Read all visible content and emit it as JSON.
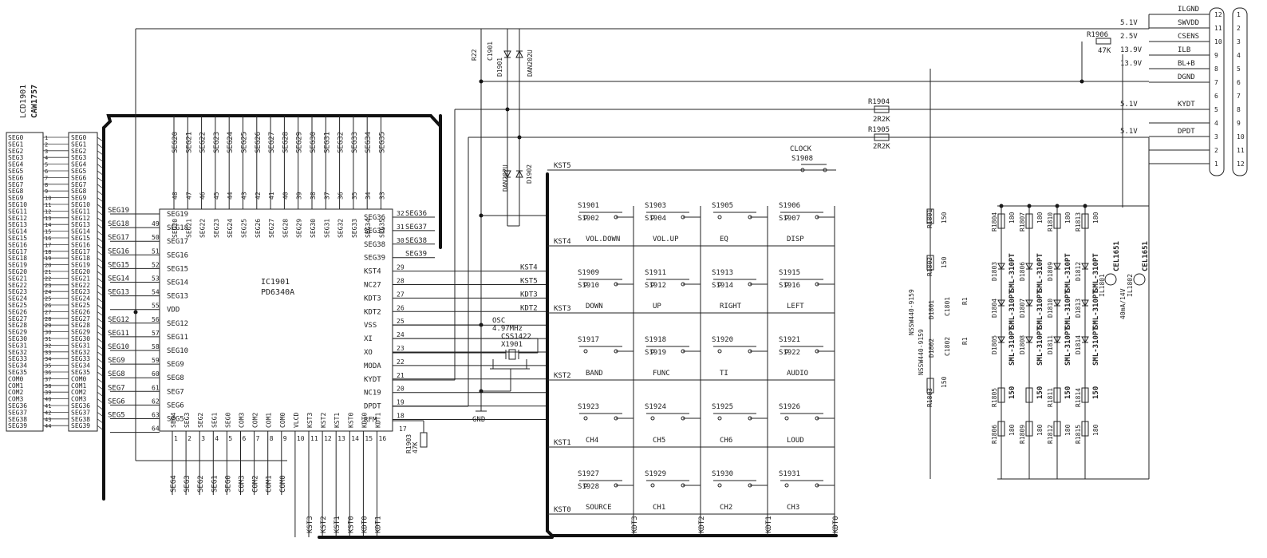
{
  "lcd": {
    "ref": "LCD1901",
    "part": "CAW1757",
    "pins": [
      "SEG0",
      "SEG1",
      "SEG2",
      "SEG3",
      "SEG4",
      "SEG5",
      "SEG6",
      "SEG7",
      "SEG8",
      "SEG9",
      "SEG10",
      "SEG11",
      "SEG12",
      "SEG13",
      "SEG14",
      "SEG15",
      "SEG16",
      "SEG17",
      "SEG18",
      "SEG19",
      "SEG20",
      "SEG21",
      "SEG22",
      "SEG23",
      "SEG24",
      "SEG25",
      "SEG26",
      "SEG27",
      "SEG28",
      "SEG29",
      "SEG30",
      "SEG31",
      "SEG32",
      "SEG33",
      "SEG34",
      "SEG35",
      "COM0",
      "COM1",
      "COM2",
      "COM3",
      "SEG36",
      "SEG37",
      "SEG38",
      "SEG39"
    ],
    "pin_numbers": [
      "1",
      "2",
      "3",
      "4",
      "5",
      "6",
      "7",
      "8",
      "9",
      "10",
      "11",
      "12",
      "13",
      "14",
      "15",
      "16",
      "17",
      "18",
      "19",
      "20",
      "21",
      "22",
      "23",
      "24",
      "25",
      "26",
      "27",
      "28",
      "29",
      "30",
      "31",
      "32",
      "33",
      "34",
      "35",
      "36",
      "37",
      "38",
      "39",
      "40",
      "41",
      "42",
      "43",
      "44"
    ]
  },
  "ic": {
    "ref": "IC1901",
    "part": "PD6340A",
    "left_pins": [
      {
        "name": "SEG19",
        "num": ""
      },
      {
        "name": "SEG18",
        "num": "49"
      },
      {
        "name": "SEG17",
        "num": "50"
      },
      {
        "name": "SEG16",
        "num": "51"
      },
      {
        "name": "SEG15",
        "num": "52"
      },
      {
        "name": "SEG14",
        "num": "53"
      },
      {
        "name": "SEG13",
        "num": "54"
      },
      {
        "name": "VDD",
        "num": "55"
      },
      {
        "name": "SEG12",
        "num": "56"
      },
      {
        "name": "SEG11",
        "num": "57"
      },
      {
        "name": "SEG10",
        "num": "58"
      },
      {
        "name": "SEG9",
        "num": "59"
      },
      {
        "name": "SEG8",
        "num": "60"
      },
      {
        "name": "SEG7",
        "num": "61"
      },
      {
        "name": "SEG6",
        "num": "62"
      },
      {
        "name": "SEG5",
        "num": "63"
      },
      {
        "name": "",
        "num": "64"
      }
    ],
    "left_outer_labels": [
      "SEG19",
      "SEG18",
      "SEG17",
      "SEG16",
      "SEG15",
      "SEG14",
      "SEG13",
      "",
      "SEG12",
      "SEG11",
      "SEG10",
      "SEG9",
      "SEG8",
      "SEG7",
      "SEG6",
      "SEG5"
    ],
    "top_pins": [
      {
        "name": "SEG20",
        "num": "48"
      },
      {
        "name": "SEG21",
        "num": "47"
      },
      {
        "name": "SEG22",
        "num": "46"
      },
      {
        "name": "SEG23",
        "num": "45"
      },
      {
        "name": "SEG24",
        "num": "44"
      },
      {
        "name": "SEG25",
        "num": "43"
      },
      {
        "name": "SEG26",
        "num": "42"
      },
      {
        "name": "SEG27",
        "num": "41"
      },
      {
        "name": "SEG28",
        "num": "40"
      },
      {
        "name": "SEG29",
        "num": "39"
      },
      {
        "name": "SEG30",
        "num": "38"
      },
      {
        "name": "SEG31",
        "num": "37"
      },
      {
        "name": "SEG32",
        "num": "36"
      },
      {
        "name": "SEG33",
        "num": "35"
      },
      {
        "name": "SEG34",
        "num": "34"
      },
      {
        "name": "SEG35",
        "num": "33"
      }
    ],
    "right_pins": [
      {
        "name": "SEG36",
        "num": "32"
      },
      {
        "name": "SEG37",
        "num": "31"
      },
      {
        "name": "SEG38",
        "num": "30"
      },
      {
        "name": "SEG39",
        "num": ""
      },
      {
        "name": "KST4",
        "num": "29"
      },
      {
        "name": "NC27",
        "num": "28"
      },
      {
        "name": "KDT3",
        "num": "27"
      },
      {
        "name": "KDT2",
        "num": "26"
      },
      {
        "name": "VSS",
        "num": "25"
      },
      {
        "name": "XI",
        "num": "24"
      },
      {
        "name": "XO",
        "num": "23"
      },
      {
        "name": "MODA",
        "num": "22"
      },
      {
        "name": "KYDT",
        "num": "21"
      },
      {
        "name": "NC19",
        "num": "20"
      },
      {
        "name": "DPDT",
        "num": "19"
      },
      {
        "name": "RFM",
        "num": "18"
      }
    ],
    "right_outer_labels": [
      "SEG36",
      "SEG37",
      "SEG38",
      "SEG39",
      "KST4",
      "KST5",
      "KDT3",
      "KDT2"
    ],
    "bottom_pins": [
      {
        "name": "SEG4",
        "num": "1"
      },
      {
        "name": "SEG3",
        "num": "2"
      },
      {
        "name": "SEG2",
        "num": "3"
      },
      {
        "name": "SEG1",
        "num": "4"
      },
      {
        "name": "SEG0",
        "num": "5"
      },
      {
        "name": "COM3",
        "num": "6"
      },
      {
        "name": "COM2",
        "num": "7"
      },
      {
        "name": "COM1",
        "num": "8"
      },
      {
        "name": "COM0",
        "num": "9"
      },
      {
        "name": "VLCD",
        "num": "10"
      },
      {
        "name": "KST3",
        "num": "11"
      },
      {
        "name": "KST2",
        "num": "12"
      },
      {
        "name": "KST1",
        "num": "13"
      },
      {
        "name": "KST0",
        "num": "14"
      },
      {
        "name": "KDT0",
        "num": "15"
      },
      {
        "name": "KDT1",
        "num": "16"
      }
    ],
    "bottom_outer_labels": [
      "SEG4",
      "SEG3",
      "SEG2",
      "SEG1",
      "SEG0",
      "COM3",
      "COM2",
      "COM1",
      "COM0"
    ],
    "bottom_bus_labels": [
      "KST3",
      "KST2",
      "KST1",
      "KST0",
      "KDT0",
      "KDT1"
    ]
  },
  "misc": {
    "r1903": {
      "ref": "R1903",
      "value": "47K",
      "pin": "17"
    },
    "osc": {
      "label1": "OSC",
      "label2": "4.97MHz",
      "part": "CSS1422",
      "ref": "X1901"
    },
    "gnd": "GND",
    "r22": "R22",
    "c1901": "C1901",
    "d1901": "D1901",
    "dan_top": "DAN202U",
    "dan_bottom": "DAN202U",
    "d1902": "D1902",
    "r1904": {
      "ref": "R1904",
      "value": "2R2K"
    },
    "r1905": {
      "ref": "R1905",
      "value": "2R2K"
    },
    "r1906": {
      "ref": "R1906",
      "value": "47K"
    }
  },
  "keys": {
    "clock": {
      "label": "CLOCK",
      "ref": "S1908"
    },
    "row_labels": [
      "KST5",
      "KST4",
      "KST3",
      "KST2",
      "KST1",
      "KST0"
    ],
    "col_labels": [
      "KDT3",
      "KDT2",
      "KDT1",
      "KDT0"
    ],
    "switches": [
      {
        "ref": "S1901",
        "ref2": "S1902",
        "label": "VOL.DOWN"
      },
      {
        "ref": "S1903",
        "ref2": "S1904",
        "label": "VOL.UP"
      },
      {
        "ref": "S1905",
        "ref2": "",
        "label": "EQ"
      },
      {
        "ref": "S1906",
        "ref2": "S1907",
        "label": "DISP"
      },
      {
        "ref": "S1909",
        "ref2": "S1910",
        "label": "DOWN"
      },
      {
        "ref": "S1911",
        "ref2": "S1912",
        "label": "UP"
      },
      {
        "ref": "S1913",
        "ref2": "S1914",
        "label": "RIGHT"
      },
      {
        "ref": "S1915",
        "ref2": "S1916",
        "label": "LEFT"
      },
      {
        "ref": "S1917",
        "ref2": "",
        "label": "BAND"
      },
      {
        "ref": "S1918",
        "ref2": "S1919",
        "label": "FUNC"
      },
      {
        "ref": "S1920",
        "ref2": "",
        "label": "TI"
      },
      {
        "ref": "S1921",
        "ref2": "S1922",
        "label": "AUDIO"
      },
      {
        "ref": "S1923",
        "ref2": "",
        "label": "CH4"
      },
      {
        "ref": "S1924",
        "ref2": "",
        "label": "CH5"
      },
      {
        "ref": "S1925",
        "ref2": "",
        "label": "CH6"
      },
      {
        "ref": "S1926",
        "ref2": "",
        "label": "LOUD"
      },
      {
        "ref": "S1927",
        "ref2": "S1928",
        "label": "SOURCE"
      },
      {
        "ref": "S1929",
        "ref2": "",
        "label": "CH1"
      },
      {
        "ref": "S1930",
        "ref2": "",
        "label": "CH2"
      },
      {
        "ref": "S1931",
        "ref2": "",
        "label": "CH3"
      }
    ]
  },
  "connector": {
    "signals": [
      {
        "name": "ILGND",
        "voltage": "",
        "pin": "12",
        "pin2": "1"
      },
      {
        "name": "SWVDD",
        "voltage": "5.1V",
        "pin": "11",
        "pin2": "2"
      },
      {
        "name": "CSENS",
        "voltage": "2.5V",
        "pin": "10",
        "pin2": "3"
      },
      {
        "name": "ILB",
        "voltage": "13.9V",
        "pin": "9",
        "pin2": "4"
      },
      {
        "name": "BL+B",
        "voltage": "13.9V",
        "pin": "8",
        "pin2": "5"
      },
      {
        "name": "DGND",
        "voltage": "",
        "pin": "7",
        "pin2": "6"
      },
      {
        "name": "KYDT",
        "voltage": "5.1V",
        "pin": "5",
        "pin2": "8"
      },
      {
        "name": "",
        "voltage": "",
        "pin": "4",
        "pin2": "9"
      },
      {
        "name": "DPDT",
        "voltage": "5.1V",
        "pin": "3",
        "pin2": "10"
      },
      {
        "name": "",
        "voltage": "",
        "pin": "2",
        "pin2": "11"
      },
      {
        "name": "",
        "voltage": "",
        "pin": "1",
        "pin2": "12"
      }
    ],
    "row6_pins": [
      "6",
      "7"
    ]
  },
  "backlight": {
    "r1801": {
      "ref": "R1801",
      "value": "150"
    },
    "r1802": {
      "ref": "R1802",
      "value": "150"
    },
    "r1803": {
      "ref": "R1803",
      "value": "150"
    },
    "d1801": "D1801",
    "d1802": "D1802",
    "c1801": "C1801",
    "c1802": "C1802",
    "r1": "R1",
    "nssw_a": "NSSW440-9159",
    "nssw_b": "NSSW440-9159",
    "led_part": "SML-310PT",
    "led_cols": [
      {
        "top_r": "R1804",
        "top_v": "180",
        "d1": "D1803",
        "d2": "D1804",
        "d3": "D1805",
        "r_mid": "R1805",
        "r_bot": "R1806"
      },
      {
        "top_r": "R1807",
        "top_v": "180",
        "d1": "D1806",
        "d2": "D1807",
        "d3": "D1808",
        "r_mid": "",
        "r_bot": "R1809"
      },
      {
        "top_r": "R1810",
        "top_v": "180",
        "d1": "D1809",
        "d2": "D1810",
        "d3": "D1811",
        "r_mid": "R1811",
        "r_bot": "R1812"
      },
      {
        "top_r": "R1813",
        "top_v": "180",
        "d1": "D1812",
        "d2": "D1813",
        "d3": "D1814",
        "r_mid": "R1814",
        "r_bot": "R1815"
      }
    ],
    "led_mid_value": "150",
    "led_bot_value": "180",
    "lamp_part": "CEL1651",
    "lamp1": "IL1801",
    "lamp2": "IL1802",
    "lamp_rating": "40mA/14V"
  }
}
